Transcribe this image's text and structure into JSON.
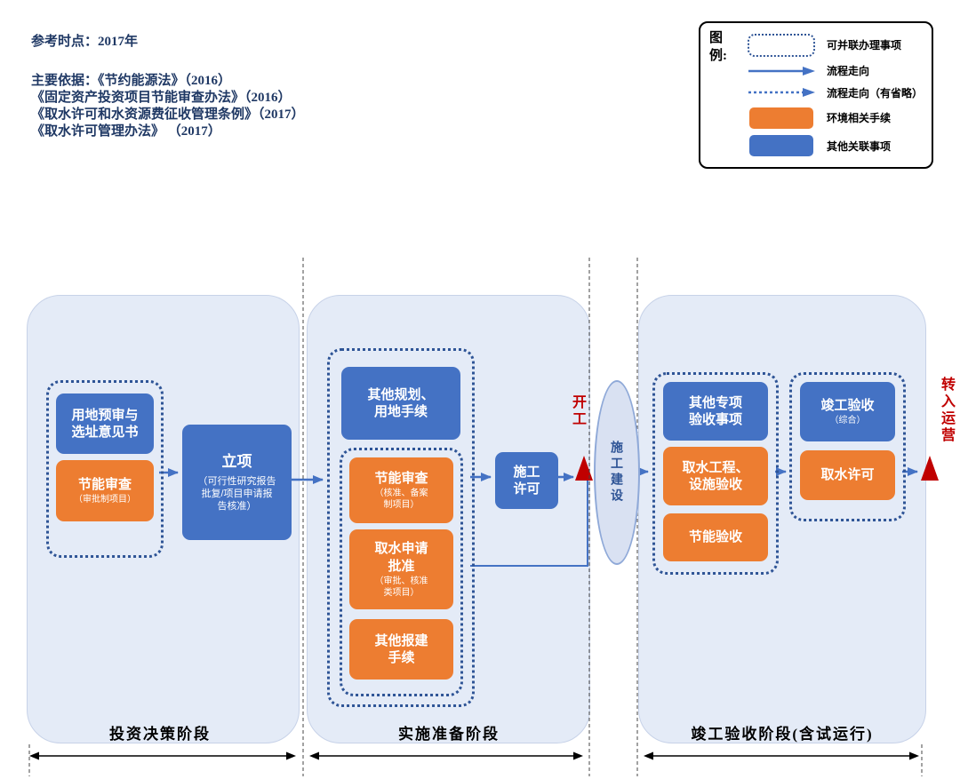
{
  "colors": {
    "orange": "#ED7D31",
    "blue": "#4472C4",
    "dotted_border": "#2E5496",
    "phase_background": "#E4EBF7",
    "red": "#C00000",
    "navy": "#1F3864"
  },
  "header": {
    "reference_time": "参考时点：2017年",
    "basis_lines": [
      "主要依据：《节约能源法》（2016）",
      "《固定资产投资项目节能审查办法》（2016）",
      "《取水许可和水资源费征收管理条例》（2017）",
      "《取水许可管理办法》 （2017）"
    ]
  },
  "legend": {
    "title": "图\n例:",
    "items": [
      {
        "swatch": "dotted-box",
        "label": "可并联办理事项"
      },
      {
        "swatch": "solid-arrow",
        "label": "流程走向"
      },
      {
        "swatch": "dotted-arrow",
        "label": "流程走向（有省略）"
      },
      {
        "swatch": "orange-box",
        "label": "环境相关手续"
      },
      {
        "swatch": "blue-box",
        "label": "其他关联事项"
      }
    ]
  },
  "phase1": {
    "label": "投资决策阶段",
    "land_preview": "用地预审与\n选址意见书",
    "energy_review": {
      "title": "节能审查",
      "sub": "（审批制项目）"
    },
    "approval": {
      "title": "立项",
      "sub": "（可行性研究报告\n批复/项目申请报\n告核准）"
    }
  },
  "phase2": {
    "label": "实施准备阶段",
    "other_planning": "其他规划、\n用地手续",
    "energy_review": {
      "title": "节能审查",
      "sub": "（核准、备案\n制项目）"
    },
    "water_application": {
      "title": "取水申请\n批准",
      "sub": "（审批、核准\n类项目）"
    },
    "other_submission": "其他报建\n手续",
    "construction_permit": "施工\n许可"
  },
  "milestones": {
    "start_construction": "开工",
    "construction": "施工建设",
    "to_operation": "转入运营"
  },
  "phase3": {
    "label": "竣工验收阶段(含试运行)",
    "other_special": "其他专项\n验收事项",
    "water_facility": "取水工程、\n设施验收",
    "energy_acceptance": "节能验收",
    "completion": {
      "title": "竣工验收",
      "sub": "（综合）"
    },
    "water_permit": "取水许可"
  }
}
